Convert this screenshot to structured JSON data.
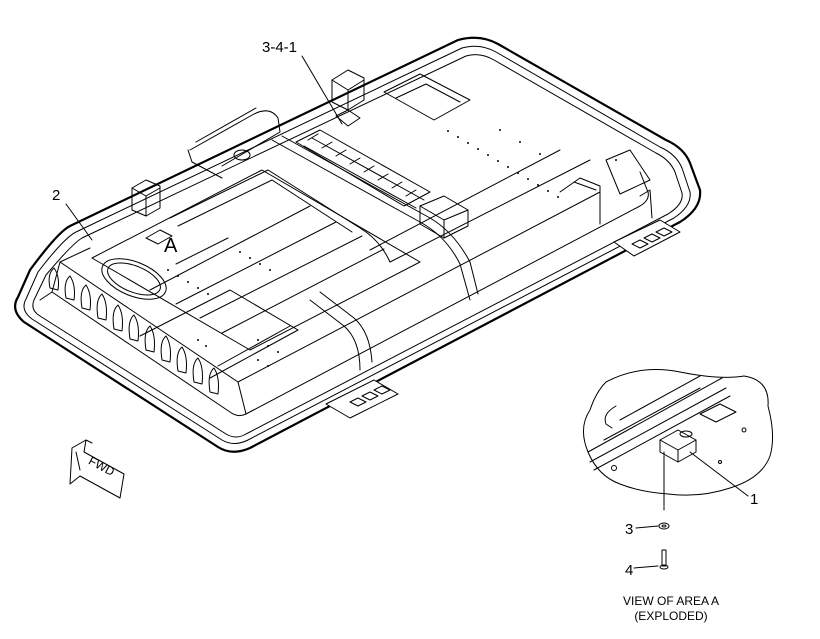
{
  "diagram": {
    "callouts": {
      "c1": "1",
      "c2": "2",
      "c3": "3",
      "c4": "4",
      "c341": "3-4-1",
      "area": "A"
    },
    "fwd_label": "FWD",
    "view_caption": {
      "line1": "VIEW OF AREA A",
      "line2": "(EXPLODED)"
    }
  }
}
